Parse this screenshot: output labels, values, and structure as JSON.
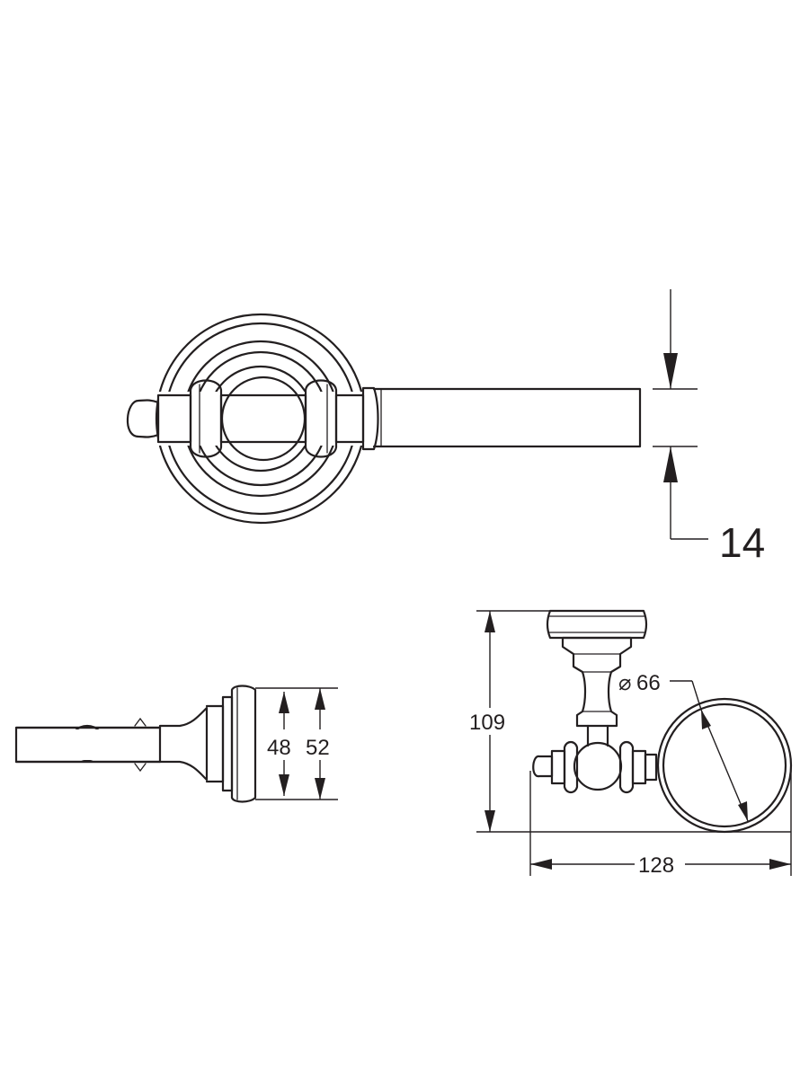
{
  "dimensions": {
    "bar_thickness": "14",
    "base_inner_height": "48",
    "base_outer_height": "52",
    "total_height": "109",
    "glass_diameter_symbol": "⌀",
    "glass_diameter": "66",
    "total_width": "128"
  },
  "colors": {
    "line": "#231f20",
    "background": "#ffffff"
  }
}
